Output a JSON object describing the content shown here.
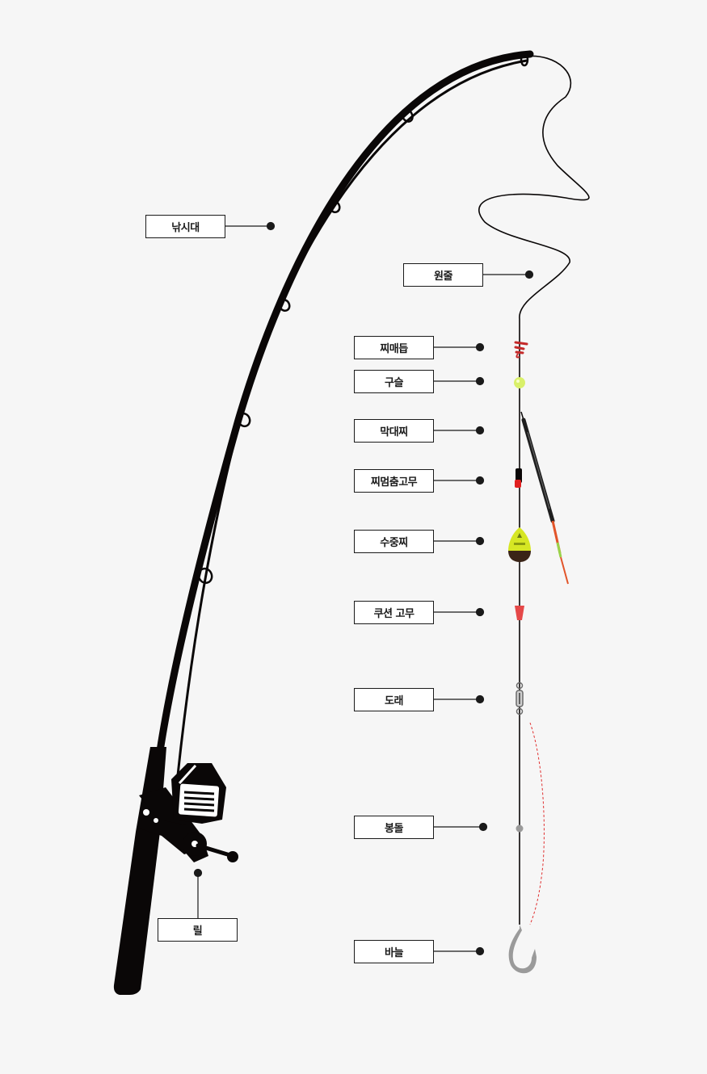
{
  "diagram": {
    "labels": {
      "rod": "낚시대",
      "reel": "릴",
      "main_line": "원줄",
      "float_knot": "찌매듭",
      "bead": "구슬",
      "stick_float": "막대찌",
      "float_stopper": "찌멈춤고무",
      "underwater_float": "수중찌",
      "cushion_rubber": "쿠션 고무",
      "swivel": "도래",
      "sinker": "봉돌",
      "hook": "바늘"
    },
    "colors": {
      "background": "#f6f6f6",
      "ink": "#0a0707",
      "knot": "#c42a2a",
      "bead": "#d9f06a",
      "float_body": "#1e1e1e",
      "float_tip": "#e2552a",
      "underwater_float_top": "#d6e624",
      "underwater_float_bottom": "#3a2417",
      "cushion": "#e54848",
      "leader": "#e03030",
      "hook": "#9a9a9a"
    },
    "icons": {
      "rod": "fishing-rod-icon",
      "reel": "spinning-reel-icon"
    }
  }
}
